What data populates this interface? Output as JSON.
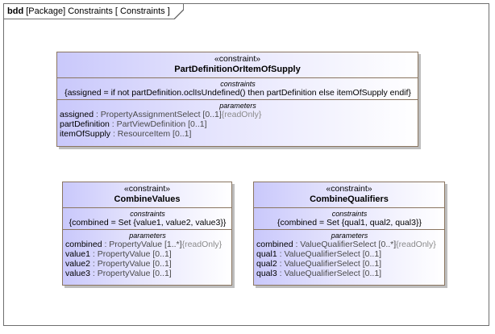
{
  "frame": {
    "keyword": "bdd",
    "label": "[Package] Constraints [ Constraints ]"
  },
  "blocks": {
    "part_def": {
      "stereotype": "«constraint»",
      "name": "PartDefinitionOrItemOfSupply",
      "constraints_title": "constraints",
      "constraint": "{assigned = if not partDefinition.oclIsUndefined() then partDefinition else itemOfSupply endif}",
      "parameters_title": "parameters",
      "parameters": [
        {
          "name": "assigned",
          "type": " : PropertyAssignmentSelect [0..1]",
          "ext": "{readOnly}"
        },
        {
          "name": "partDefinition",
          "type": " : PartViewDefinition [0..1]",
          "ext": ""
        },
        {
          "name": "itemOfSupply",
          "type": " : ResourceItem [0..1]",
          "ext": ""
        }
      ]
    },
    "combine_values": {
      "stereotype": "«constraint»",
      "name": "CombineValues",
      "constraints_title": "constraints",
      "constraint": "{combined = Set {value1, value2, value3}}",
      "parameters_title": "parameters",
      "parameters": [
        {
          "name": "combined",
          "type": " : PropertyValue [1..*]",
          "ext": "{readOnly}"
        },
        {
          "name": "value1",
          "type": " : PropertyValue [0..1]",
          "ext": ""
        },
        {
          "name": "value2",
          "type": " : PropertyValue [0..1]",
          "ext": ""
        },
        {
          "name": "value3",
          "type": " : PropertyValue [0..1]",
          "ext": ""
        }
      ]
    },
    "combine_qualifiers": {
      "stereotype": "«constraint»",
      "name": "CombineQualifiers",
      "constraints_title": "constraints",
      "constraint": "{combined = Set {qual1, qual2, qual3}}",
      "parameters_title": "parameters",
      "parameters": [
        {
          "name": "combined",
          "type": " : ValueQualifierSelect [0..*]",
          "ext": "{readOnly}"
        },
        {
          "name": "qual1",
          "type": " : ValueQualifierSelect [0..1]",
          "ext": ""
        },
        {
          "name": "qual2",
          "type": " : ValueQualifierSelect [0..1]",
          "ext": ""
        },
        {
          "name": "qual3",
          "type": " : ValueQualifierSelect [0..1]",
          "ext": ""
        }
      ]
    }
  },
  "colors": {
    "block_gradient_start": "#c9c8fb",
    "block_border": "#8a7560",
    "frame_border": "#6e6e6e"
  }
}
